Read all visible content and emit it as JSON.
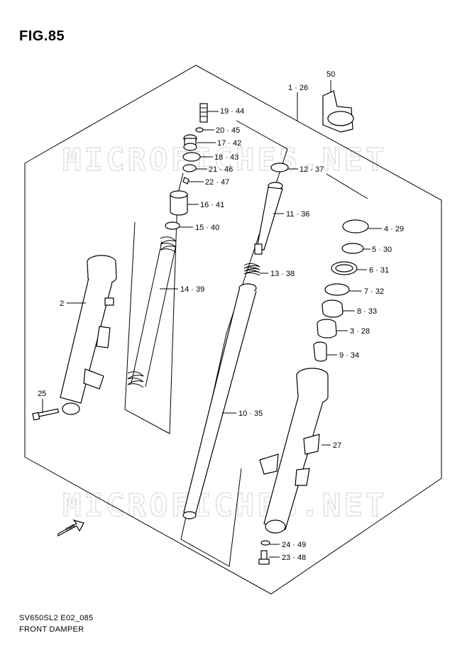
{
  "figure": {
    "title": "FIG.85"
  },
  "footer": {
    "code": "SV650SL2 E02_085",
    "name": "FRONT DAMPER"
  },
  "watermark": {
    "text": "MICROFICHES.NET"
  },
  "fwd_label": "FWD",
  "callouts": [
    {
      "id": "c-1",
      "text": "1 · 26"
    },
    {
      "id": "c-50",
      "text": "50"
    },
    {
      "id": "c-19",
      "text": "19 · 44"
    },
    {
      "id": "c-20",
      "text": "20 · 45"
    },
    {
      "id": "c-17",
      "text": "17 · 42"
    },
    {
      "id": "c-18",
      "text": "18 · 43"
    },
    {
      "id": "c-21",
      "text": "21 · 46"
    },
    {
      "id": "c-22",
      "text": "22 · 47"
    },
    {
      "id": "c-12",
      "text": "12 · 37"
    },
    {
      "id": "c-16",
      "text": "16 · 41"
    },
    {
      "id": "c-11",
      "text": "11 · 36"
    },
    {
      "id": "c-15",
      "text": "15 · 40"
    },
    {
      "id": "c-4",
      "text": "4 · 29"
    },
    {
      "id": "c-5",
      "text": "5 · 30"
    },
    {
      "id": "c-6",
      "text": "6 · 31"
    },
    {
      "id": "c-13",
      "text": "13 · 38"
    },
    {
      "id": "c-14",
      "text": "14 · 39"
    },
    {
      "id": "c-7",
      "text": "7 · 32"
    },
    {
      "id": "c-2",
      "text": "2"
    },
    {
      "id": "c-8",
      "text": "8 · 33"
    },
    {
      "id": "c-3",
      "text": "3 · 28"
    },
    {
      "id": "c-9",
      "text": "9 · 34"
    },
    {
      "id": "c-25",
      "text": "25"
    },
    {
      "id": "c-10",
      "text": "10 · 35"
    },
    {
      "id": "c-27",
      "text": "27"
    },
    {
      "id": "c-24",
      "text": "24 · 49"
    },
    {
      "id": "c-23",
      "text": "23 · 48"
    }
  ]
}
